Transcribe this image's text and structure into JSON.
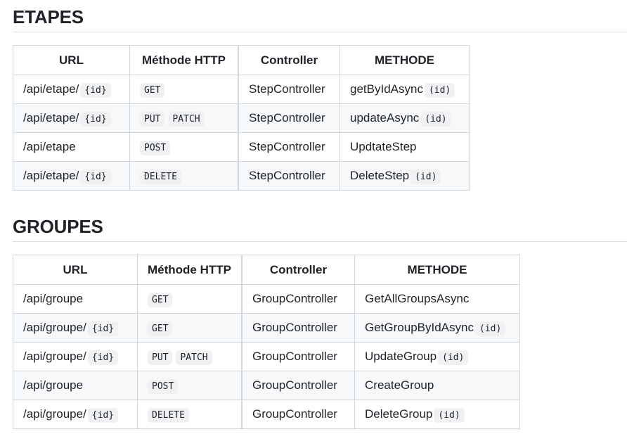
{
  "etapes": {
    "title": "ETAPES",
    "headers": [
      "URL",
      "Méthode HTTP",
      "Controller",
      "METHODE"
    ],
    "rows": [
      {
        "url": "/api/etape/",
        "url_code": "{id}",
        "http": [
          "GET"
        ],
        "controller": "StepController",
        "method": "getByIdAsync",
        "method_code": "(id)"
      },
      {
        "url": "/api/etape/",
        "url_code": "{id}",
        "http": [
          "PUT",
          "PATCH"
        ],
        "controller": "StepController",
        "method": "updateAsync",
        "method_code": "(id)"
      },
      {
        "url": "/api/etape",
        "url_code": "",
        "http": [
          "POST"
        ],
        "controller": "StepController",
        "method": "UpdtateStep",
        "method_code": ""
      },
      {
        "url": "/api/etape/",
        "url_code": "{id}",
        "http": [
          "DELETE"
        ],
        "controller": "StepController",
        "method": "DeleteStep",
        "method_code": "(id)"
      }
    ]
  },
  "groupes": {
    "title": "GROUPES",
    "headers": [
      "URL",
      "Méthode HTTP",
      "Controller",
      "METHODE"
    ],
    "rows": [
      {
        "url": "/api/groupe",
        "url_code": "",
        "http": [
          "GET"
        ],
        "controller": "GroupController",
        "method": "GetAllGroupsAsync",
        "method_code": ""
      },
      {
        "url": "/api/groupe/",
        "url_code": "{id}",
        "http": [
          "GET"
        ],
        "controller": "GroupController",
        "method": "GetGroupByIdAsync",
        "method_code": "(id)"
      },
      {
        "url": "/api/groupe/",
        "url_code": "{id}",
        "http": [
          "PUT",
          "PATCH"
        ],
        "controller": "GroupController",
        "method": "UpdateGroup",
        "method_code": "(id)"
      },
      {
        "url": "/api/groupe",
        "url_code": "",
        "http": [
          "POST"
        ],
        "controller": "GroupController",
        "method": "CreateGroup",
        "method_code": ""
      },
      {
        "url": "/api/groupe/",
        "url_code": "{id}",
        "http": [
          "DELETE"
        ],
        "controller": "GroupController",
        "method": "DeleteGroup",
        "method_code": "(id)"
      }
    ]
  }
}
